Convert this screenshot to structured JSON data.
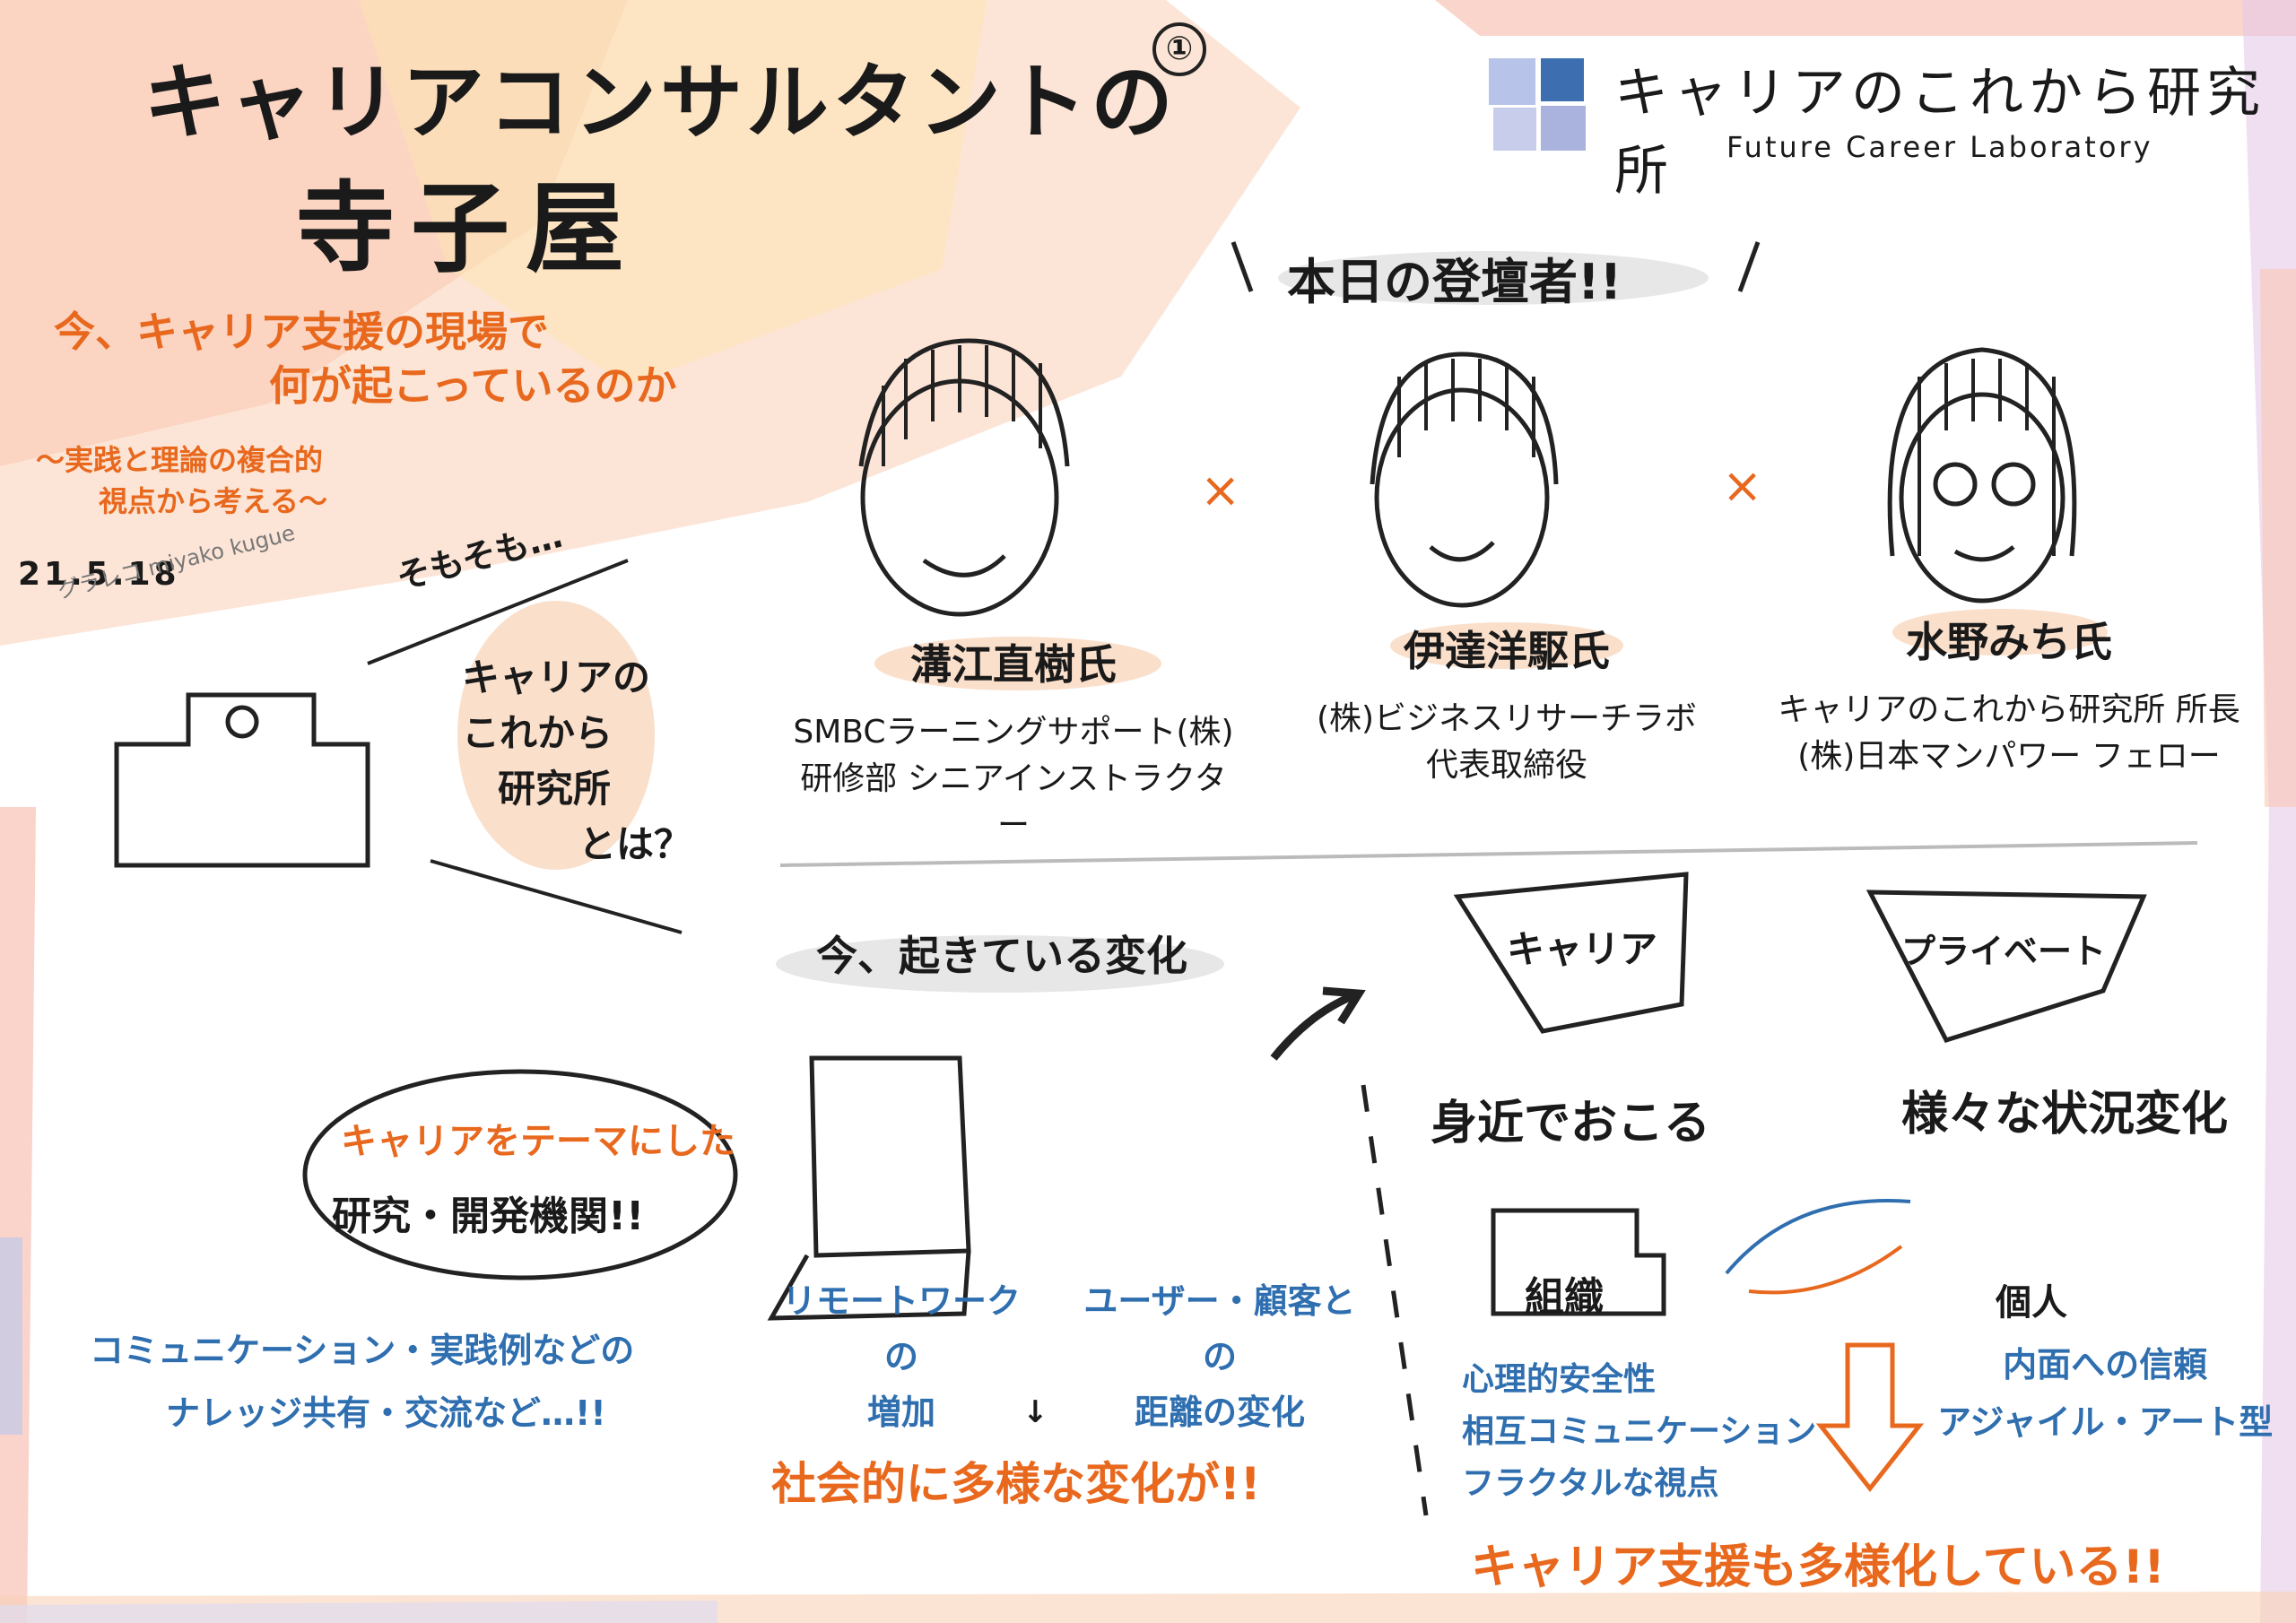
{
  "page_number": "①",
  "title": {
    "line1": "キャリアコンサルタントの",
    "line2": "寺子屋"
  },
  "subtitle": {
    "line1": "今、キャリア支援の現場で",
    "line2": "何が起こっているのか",
    "line3": "～実践と理論の複合的",
    "line4": "視点から考える～"
  },
  "date": "21.5.18",
  "credit": "グラレコ miyako kugue",
  "logo": {
    "name": "キャリアのこれから研究所",
    "english": "Future Career Laboratory"
  },
  "speakers_header": "本日の登壇者!!",
  "speakers": [
    {
      "name": "溝江直樹氏",
      "org1": "SMBCラーニングサポート(株)",
      "org2": "研修部 シニアインストラクター"
    },
    {
      "name": "伊達洋駆氏",
      "org1": "(株)ビジネスリサーチラボ",
      "org2": "代表取締役"
    },
    {
      "name": "水野みち氏",
      "org1": "キャリアのこれから研究所 所長",
      "org2": "(株)日本マンパワー フェロー"
    }
  ],
  "times_mark": "×",
  "intro": {
    "lead": "そもそも…",
    "bubble": [
      "キャリアの",
      "これから",
      "研究所",
      "とは？"
    ],
    "answer1": "キャリアをテーマにした",
    "answer2": "研究・開発機関!!",
    "activity1": "コミュニケーション・実践例などの",
    "activity2": "ナレッジ共有・交流など…!!"
  },
  "changes": {
    "header": "今、起きている変化",
    "remote1": "リモートワークの",
    "remote2": "増加",
    "distance1": "ユーザー・顧客との",
    "distance2": "距離の変化",
    "result": "社会的に多様な変化が!!"
  },
  "right": {
    "career_tag": "キャリア",
    "private_tag": "プライベート",
    "nearby": "身近でおこる",
    "various": "様々な状況変化",
    "org_label": "組織",
    "indiv_label": "個人",
    "org_points": [
      "心理的安全性",
      "相互コミュニケーション",
      "フラクタルな視点"
    ],
    "indiv_points": [
      "内面への信頼",
      "アジャイル・アート型"
    ],
    "conclusion": "キャリア支援も多様化している!!"
  },
  "colors": {
    "orange": "#e8681e",
    "blue": "#2f6fb0",
    "peach": "#f7c9a8",
    "cream": "#fbe8b8"
  }
}
